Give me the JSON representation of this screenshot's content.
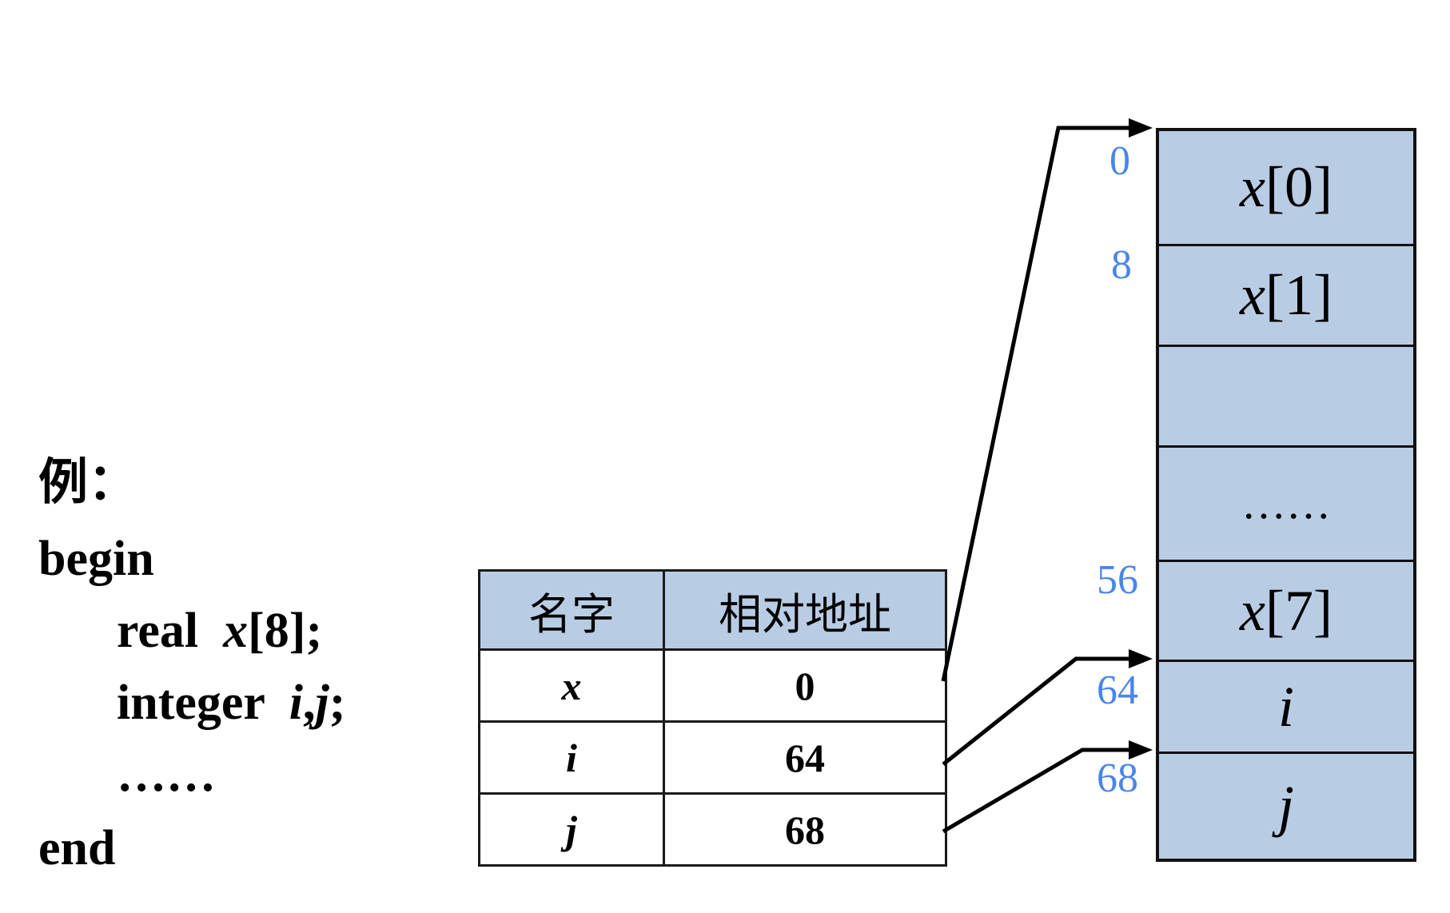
{
  "code": {
    "example_label": "例：",
    "begin": "begin",
    "line_real_kw": "real",
    "line_real_var": "x",
    "line_real_rest": "[8];",
    "line_int_kw": "integer",
    "line_int_var_i": "i",
    "line_int_comma": ",",
    "line_int_var_j": "j",
    "line_int_semicolon": ";",
    "ellipsis": "……",
    "end": "end"
  },
  "symbol_table": {
    "headers": [
      "名字",
      "相对地址"
    ],
    "rows": [
      {
        "name": "x",
        "addr": "0"
      },
      {
        "name": "i",
        "addr": "64"
      },
      {
        "name": "j",
        "addr": "68"
      }
    ]
  },
  "memory": {
    "cells": [
      {
        "var": "x",
        "idx": "[0]"
      },
      {
        "var": "x",
        "idx": "[1]"
      },
      {
        "var": "",
        "idx": ""
      },
      {
        "var": "",
        "idx": "……"
      },
      {
        "var": "x",
        "idx": "[7]"
      },
      {
        "var": "i",
        "idx": ""
      },
      {
        "var": "j",
        "idx": ""
      }
    ],
    "offsets": [
      "0",
      "8",
      "56",
      "64",
      "68"
    ]
  },
  "colors": {
    "header_fill": "#b8cce4",
    "memory_fill": "#b8cce4",
    "offset_text": "#4a86e8",
    "line": "#000000"
  }
}
